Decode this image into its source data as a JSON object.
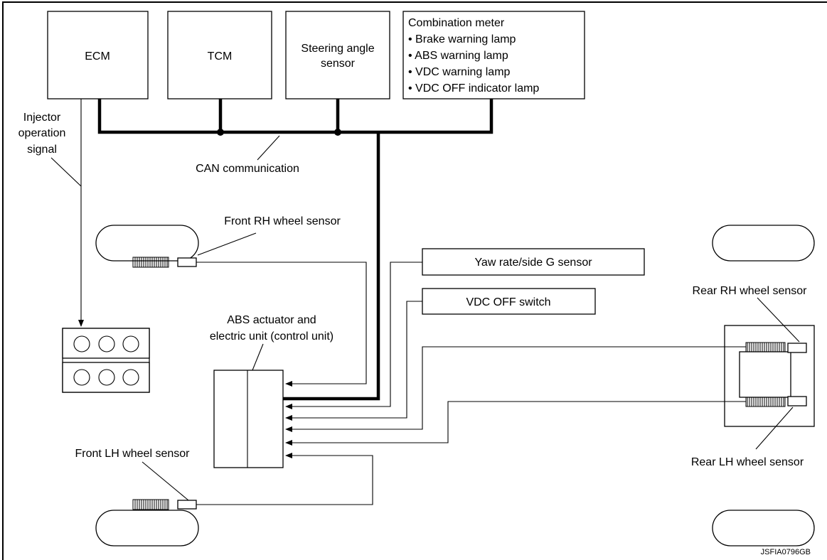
{
  "nodes": {
    "ecm": "ECM",
    "tcm": "TCM",
    "steering_line1": "Steering angle",
    "steering_line2": "sensor",
    "meter_title": "Combination meter",
    "meter_items": [
      "• Brake warning lamp",
      "• ABS warning lamp",
      "• VDC warning lamp",
      "• VDC OFF indicator lamp"
    ],
    "yaw_sensor": "Yaw rate/side G sensor",
    "vdc_off_switch": "VDC OFF switch",
    "abs_line1": "ABS actuator and",
    "abs_line2": "electric unit (control unit)"
  },
  "labels": {
    "injector_line1": "Injector",
    "injector_line2": "operation",
    "injector_line3": "signal",
    "can": "CAN communication",
    "front_rh": "Front RH wheel sensor",
    "front_lh": "Front LH wheel sensor",
    "rear_rh": "Rear RH wheel sensor",
    "rear_lh": "Rear LH wheel sensor",
    "figure_code": "JSFIA0796GB"
  },
  "colors": {
    "line": "#000000",
    "background": "#ffffff"
  }
}
